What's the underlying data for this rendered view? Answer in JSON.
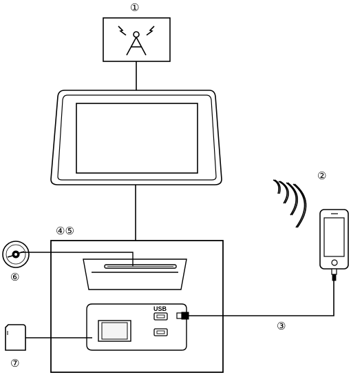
{
  "labels": {
    "antenna": "①",
    "bluetooth": "②",
    "usb_cable": "③",
    "unit": "④⑤",
    "disc": "⑥",
    "sd_card": "⑦"
  },
  "usb_port_label": "USB",
  "colors": {
    "stroke": "#000000",
    "background": "#ffffff",
    "screen_gray": "#e8e8e8"
  },
  "icons": [
    "antenna-icon",
    "bluetooth-waves-icon",
    "smartphone-icon",
    "disc-icon",
    "sd-card-icon",
    "usb-plug-icon"
  ]
}
